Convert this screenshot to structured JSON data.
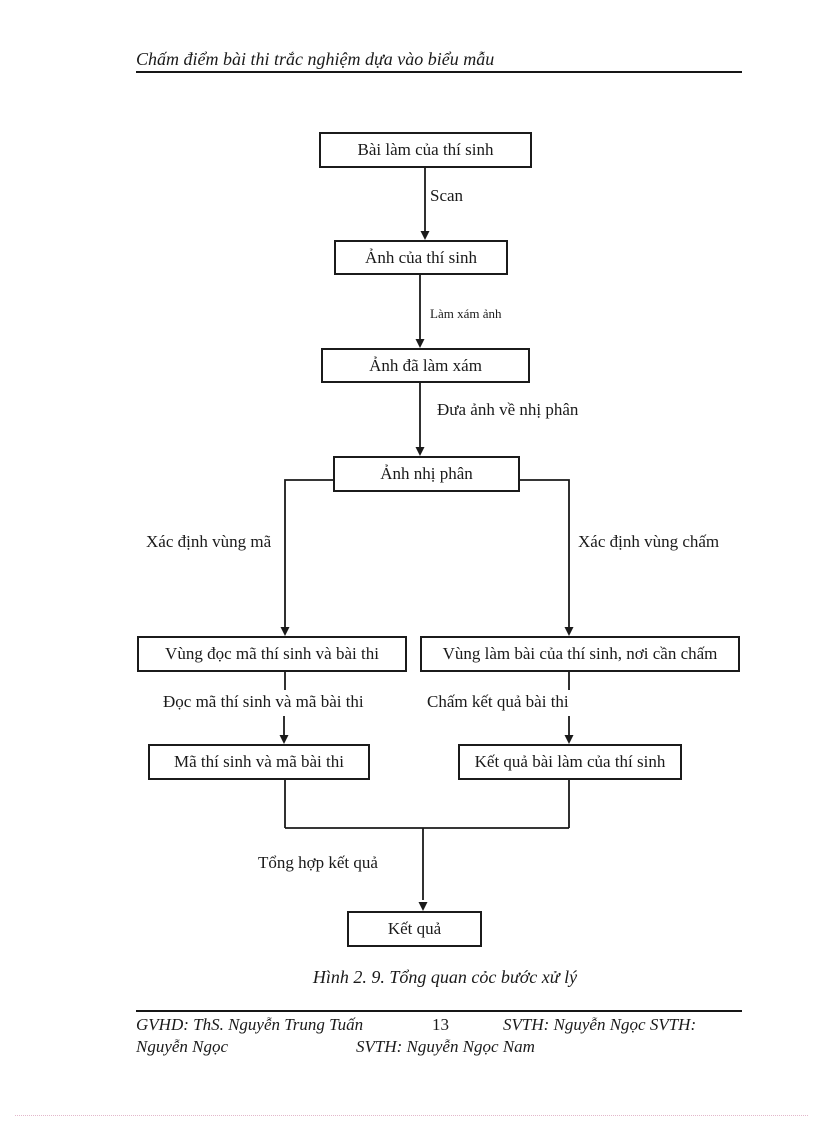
{
  "header": {
    "title": "Chấm điểm bài thi trắc nghiệm dựa vào biểu mẫu"
  },
  "flowchart": {
    "nodes": {
      "exam_paper": "Bài làm của thí sinh",
      "scanned_image": "Ảnh của thí sinh",
      "gray_image": "Ảnh đã làm xám",
      "binary_image": "Ảnh nhị phân",
      "code_region": "Vùng đọc mã thí sinh và bài thi",
      "answer_region": "Vùng làm bài của thí sinh, nơi cần chấm",
      "codes": "Mã thí sinh và mã bài thi",
      "graded_result": "Kết quả bài làm của thí sinh",
      "result": "Kết quả"
    },
    "edge_labels": {
      "scan": "Scan",
      "grayscale": "Làm xám ảnh",
      "binarize": "Đưa ảnh về nhị phân",
      "locate_code_region": "Xác định vùng mã",
      "locate_marking_region": "Xác định vùng chấm",
      "read_codes": "Đọc mã thí sinh và mã bài thi",
      "grade_result": "Chấm kết quả bài thi",
      "aggregate_results": "Tổng hợp kết quả"
    }
  },
  "caption": "Hình 2. 9. Tổng quan cỏc bước xử lý",
  "footer": {
    "advisor": "GVHD: ThS. Nguyễn Trung Tuấn",
    "page_number": "13",
    "students_line1": "SVTH: Nguyễn Ngọc SVTH:",
    "students_line2_left": "Nguyễn Ngọc",
    "students_line2_right": "SVTH: Nguyễn Ngọc Nam"
  },
  "colors": {
    "text": "#1a1a1a",
    "line": "#1a1a1a",
    "bottom_dotted_line": "#e3b7cb"
  }
}
